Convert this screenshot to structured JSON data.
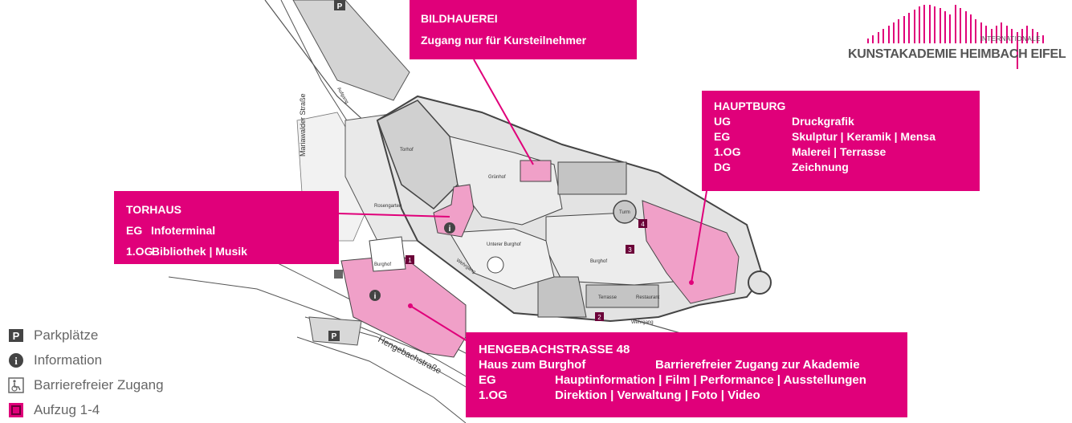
{
  "colors": {
    "accent": "#e0007a",
    "accent_light": "#f0a0c8",
    "building": "#c8c8c8",
    "court": "#e8e8e8"
  },
  "boxes": {
    "bildhauerei": {
      "title": "BILDHAUEREI",
      "line": "Zugang nur für Kursteilnehmer"
    },
    "hauptburg": {
      "title": "HAUPTBURG",
      "rows": [
        {
          "k": "UG",
          "v": "Druckgrafik"
        },
        {
          "k": "EG",
          "v": "Skulptur | Keramik | Mensa"
        },
        {
          "k": "1.OG",
          "v": "Malerei | Terrasse"
        },
        {
          "k": "DG",
          "v": "Zeichnung"
        }
      ]
    },
    "torhaus": {
      "title": "TORHAUS",
      "rows": [
        {
          "k": "EG",
          "v": "Infoterminal"
        },
        {
          "k": "1.OG",
          "v": "Bibliothek | Musik"
        }
      ]
    },
    "hengebach": {
      "title": "HENGEBACHSTRASSE 48",
      "rows": [
        {
          "k": "Haus zum Burghof",
          "v": "Barrierefreier Zugang zur Akademie"
        },
        {
          "k": "EG",
          "v": "Hauptinformation | Film | Performance | Ausstellungen"
        },
        {
          "k": "1.OG",
          "v": "Direktion | Verwaltung | Foto | Video"
        }
      ]
    }
  },
  "logo": {
    "small": "INTERNATIONALE",
    "main": "KUNSTAKADEMIE HEIMBACH EIFEL"
  },
  "legend": [
    {
      "icon": "parking-icon",
      "label": "Parkplätze"
    },
    {
      "icon": "info-icon",
      "label": "Information"
    },
    {
      "icon": "wheelchair-icon",
      "label": "Barrierefreier Zugang"
    },
    {
      "icon": "elevator-icon",
      "label": "Aufzug 1-4"
    }
  ],
  "map_labels": {
    "street1": "Mariawalder Straße",
    "street2": "Hengebachstraße",
    "aufgang": "Aufgang",
    "torhof": "Torhof",
    "rosengarten": "Rosengarten",
    "burghof_small": "Burghof",
    "gruenhof": "Grünhof",
    "unterer_burghof": "Unterer Burghof",
    "wehrgang1": "Wehrgang",
    "burghof": "Burghof",
    "turm": "Turm",
    "terrasse": "Terrasse",
    "restaurant": "Restaurant",
    "wehrgang2": "Wehrgang",
    "elev1": "1",
    "elev2": "2",
    "elev3": "3",
    "elev4": "4",
    "parking": "P"
  }
}
